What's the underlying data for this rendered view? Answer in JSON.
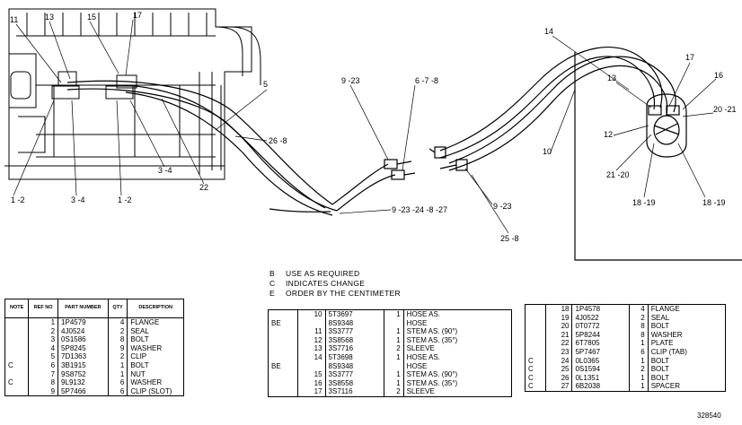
{
  "callouts": [
    {
      "id": "c11",
      "text": "11"
    },
    {
      "id": "c13a",
      "text": "13"
    },
    {
      "id": "c15",
      "text": "15"
    },
    {
      "id": "c17a",
      "text": "17"
    },
    {
      "id": "c5",
      "text": "5"
    },
    {
      "id": "c26",
      "text": "26 -8"
    },
    {
      "id": "c9-23a",
      "text": "9 -23"
    },
    {
      "id": "c6-7-8",
      "text": "6 -7 -8"
    },
    {
      "id": "c14",
      "text": "14"
    },
    {
      "id": "c17b",
      "text": "17"
    },
    {
      "id": "c16",
      "text": "16"
    },
    {
      "id": "c13b",
      "text": "13"
    },
    {
      "id": "c20-21",
      "text": "20 -21"
    },
    {
      "id": "c12",
      "text": "12"
    },
    {
      "id": "c10",
      "text": "10"
    },
    {
      "id": "c21-20",
      "text": "21 -20"
    },
    {
      "id": "c18-19a",
      "text": "18 -19"
    },
    {
      "id": "c18-19b",
      "text": "18 -19"
    },
    {
      "id": "c9-23b",
      "text": "9 -23"
    },
    {
      "id": "c25-8",
      "text": "25 -8"
    },
    {
      "id": "c9-23-24",
      "text": "9 -23 -24 -8 -27"
    },
    {
      "id": "c22",
      "text": "22"
    },
    {
      "id": "c3-4a",
      "text": "3 -4"
    },
    {
      "id": "c1-2a",
      "text": "1 -2"
    },
    {
      "id": "c3-4b",
      "text": "3 -4"
    },
    {
      "id": "c1-2b",
      "text": "1 -2"
    }
  ],
  "notes": [
    {
      "key": "B",
      "text": "USE AS REQUIRED"
    },
    {
      "key": "C",
      "text": "INDICATES CHANGE"
    },
    {
      "key": "E",
      "text": "ORDER BY THE CENTIMETER"
    }
  ],
  "table1": {
    "headers": [
      "NOTE",
      "REF NO",
      "PART NUMBER",
      "QTY",
      "DESCRIPTION"
    ],
    "rows": [
      {
        "note": "",
        "ref": "1",
        "part": "1P4579",
        "qty": "4",
        "desc": "FLANGE"
      },
      {
        "note": "",
        "ref": "2",
        "part": "4J0524",
        "qty": "2",
        "desc": "SEAL"
      },
      {
        "note": "",
        "ref": "3",
        "part": "0S1586",
        "qty": "8",
        "desc": "BOLT"
      },
      {
        "note": "",
        "ref": "4",
        "part": "5P8245",
        "qty": "9",
        "desc": "WASHER"
      },
      {
        "note": "",
        "ref": "5",
        "part": "7D1363",
        "qty": "2",
        "desc": "CLIP"
      },
      {
        "note": "C",
        "ref": "6",
        "part": "3B1915",
        "qty": "1",
        "desc": "BOLT"
      },
      {
        "note": "",
        "ref": "7",
        "part": "9S8752",
        "qty": "1",
        "desc": "NUT"
      },
      {
        "note": "C",
        "ref": "8",
        "part": "9L9132",
        "qty": "6",
        "desc": "WASHER"
      },
      {
        "note": "",
        "ref": "9",
        "part": "5P7466",
        "qty": "6",
        "desc": "CLIP (SLOT)"
      }
    ]
  },
  "table2": {
    "rows": [
      {
        "note": "",
        "ref": "10",
        "part": "5T3697",
        "qty": "1",
        "desc": "HOSE AS."
      },
      {
        "note": "BE",
        "ref": "",
        "part": "8S9348",
        "qty": "",
        "desc": "HOSE"
      },
      {
        "note": "",
        "ref": "11",
        "part": "3S3777",
        "qty": "1",
        "desc": "STEM AS. (90°)"
      },
      {
        "note": "",
        "ref": "12",
        "part": "3S8568",
        "qty": "1",
        "desc": "STEM AS. (35°)"
      },
      {
        "note": "",
        "ref": "13",
        "part": "3S7716",
        "qty": "2",
        "desc": "SLEEVE"
      },
      {
        "note": "",
        "ref": "14",
        "part": "5T3698",
        "qty": "1",
        "desc": "HOSE AS."
      },
      {
        "note": "BE",
        "ref": "",
        "part": "8S9348",
        "qty": "",
        "desc": "HOSE"
      },
      {
        "note": "",
        "ref": "15",
        "part": "3S3777",
        "qty": "1",
        "desc": "STEM AS. (90°)"
      },
      {
        "note": "",
        "ref": "16",
        "part": "3S8558",
        "qty": "1",
        "desc": "STEM AS. (35°)"
      },
      {
        "note": "",
        "ref": "17",
        "part": "3S7116",
        "qty": "2",
        "desc": "SLEEVE"
      }
    ]
  },
  "table3": {
    "rows": [
      {
        "note": "",
        "ref": "18",
        "part": "1P4578",
        "qty": "4",
        "desc": "FLANGE"
      },
      {
        "note": "",
        "ref": "19",
        "part": "4J0522",
        "qty": "2",
        "desc": "SEAL"
      },
      {
        "note": "",
        "ref": "20",
        "part": "0T0772",
        "qty": "8",
        "desc": "BOLT"
      },
      {
        "note": "",
        "ref": "21",
        "part": "5P8244",
        "qty": "8",
        "desc": "WASHER"
      },
      {
        "note": "",
        "ref": "22",
        "part": "6T7805",
        "qty": "1",
        "desc": "PLATE"
      },
      {
        "note": "",
        "ref": "23",
        "part": "5P7467",
        "qty": "6",
        "desc": "CLIP (TAB)"
      },
      {
        "note": "C",
        "ref": "24",
        "part": "0L0365",
        "qty": "1",
        "desc": "BOLT"
      },
      {
        "note": "C",
        "ref": "25",
        "part": "0S1594",
        "qty": "2",
        "desc": "BOLT"
      },
      {
        "note": "C",
        "ref": "26",
        "part": "0L1351",
        "qty": "1",
        "desc": "BOLT"
      },
      {
        "note": "C",
        "ref": "27",
        "part": "6B2038",
        "qty": "1",
        "desc": "SPACER"
      }
    ]
  },
  "figure_id": "328540"
}
